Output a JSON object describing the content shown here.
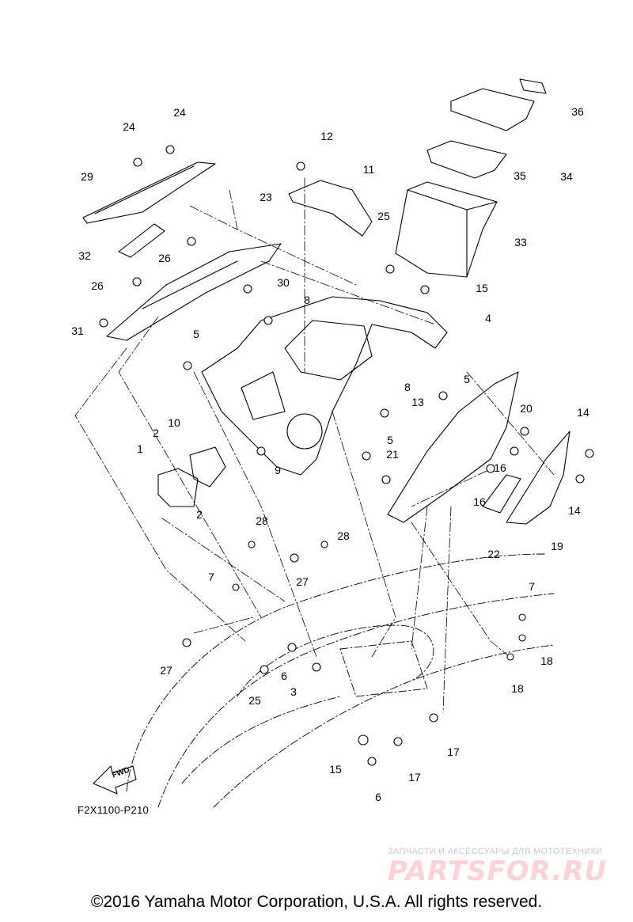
{
  "diagram": {
    "figure_code": "F2X1100-P210",
    "fwd_label": "FWD",
    "part_labels": [
      "1",
      "2",
      "2",
      "3",
      "4",
      "5",
      "5",
      "5",
      "6",
      "6",
      "7",
      "7",
      "8",
      "8",
      "9",
      "10",
      "11",
      "12",
      "13",
      "14",
      "14",
      "15",
      "15",
      "16",
      "16",
      "17",
      "17",
      "18",
      "18",
      "19",
      "20",
      "21",
      "22",
      "23",
      "24",
      "24",
      "25",
      "25",
      "26",
      "26",
      "27",
      "27",
      "28",
      "28",
      "29",
      "30",
      "31",
      "32",
      "33",
      "34",
      "35",
      "36"
    ]
  },
  "watermark": {
    "tagline": "ЗАПЧАСТИ И АКСЕССУАРЫ ДЛЯ МОТОТЕХНИКИ",
    "brand": "PARTSFOR.RU"
  },
  "footer": {
    "copyright": "©2016 Yamaha Motor Corporation, U.S.A. All rights reserved."
  }
}
